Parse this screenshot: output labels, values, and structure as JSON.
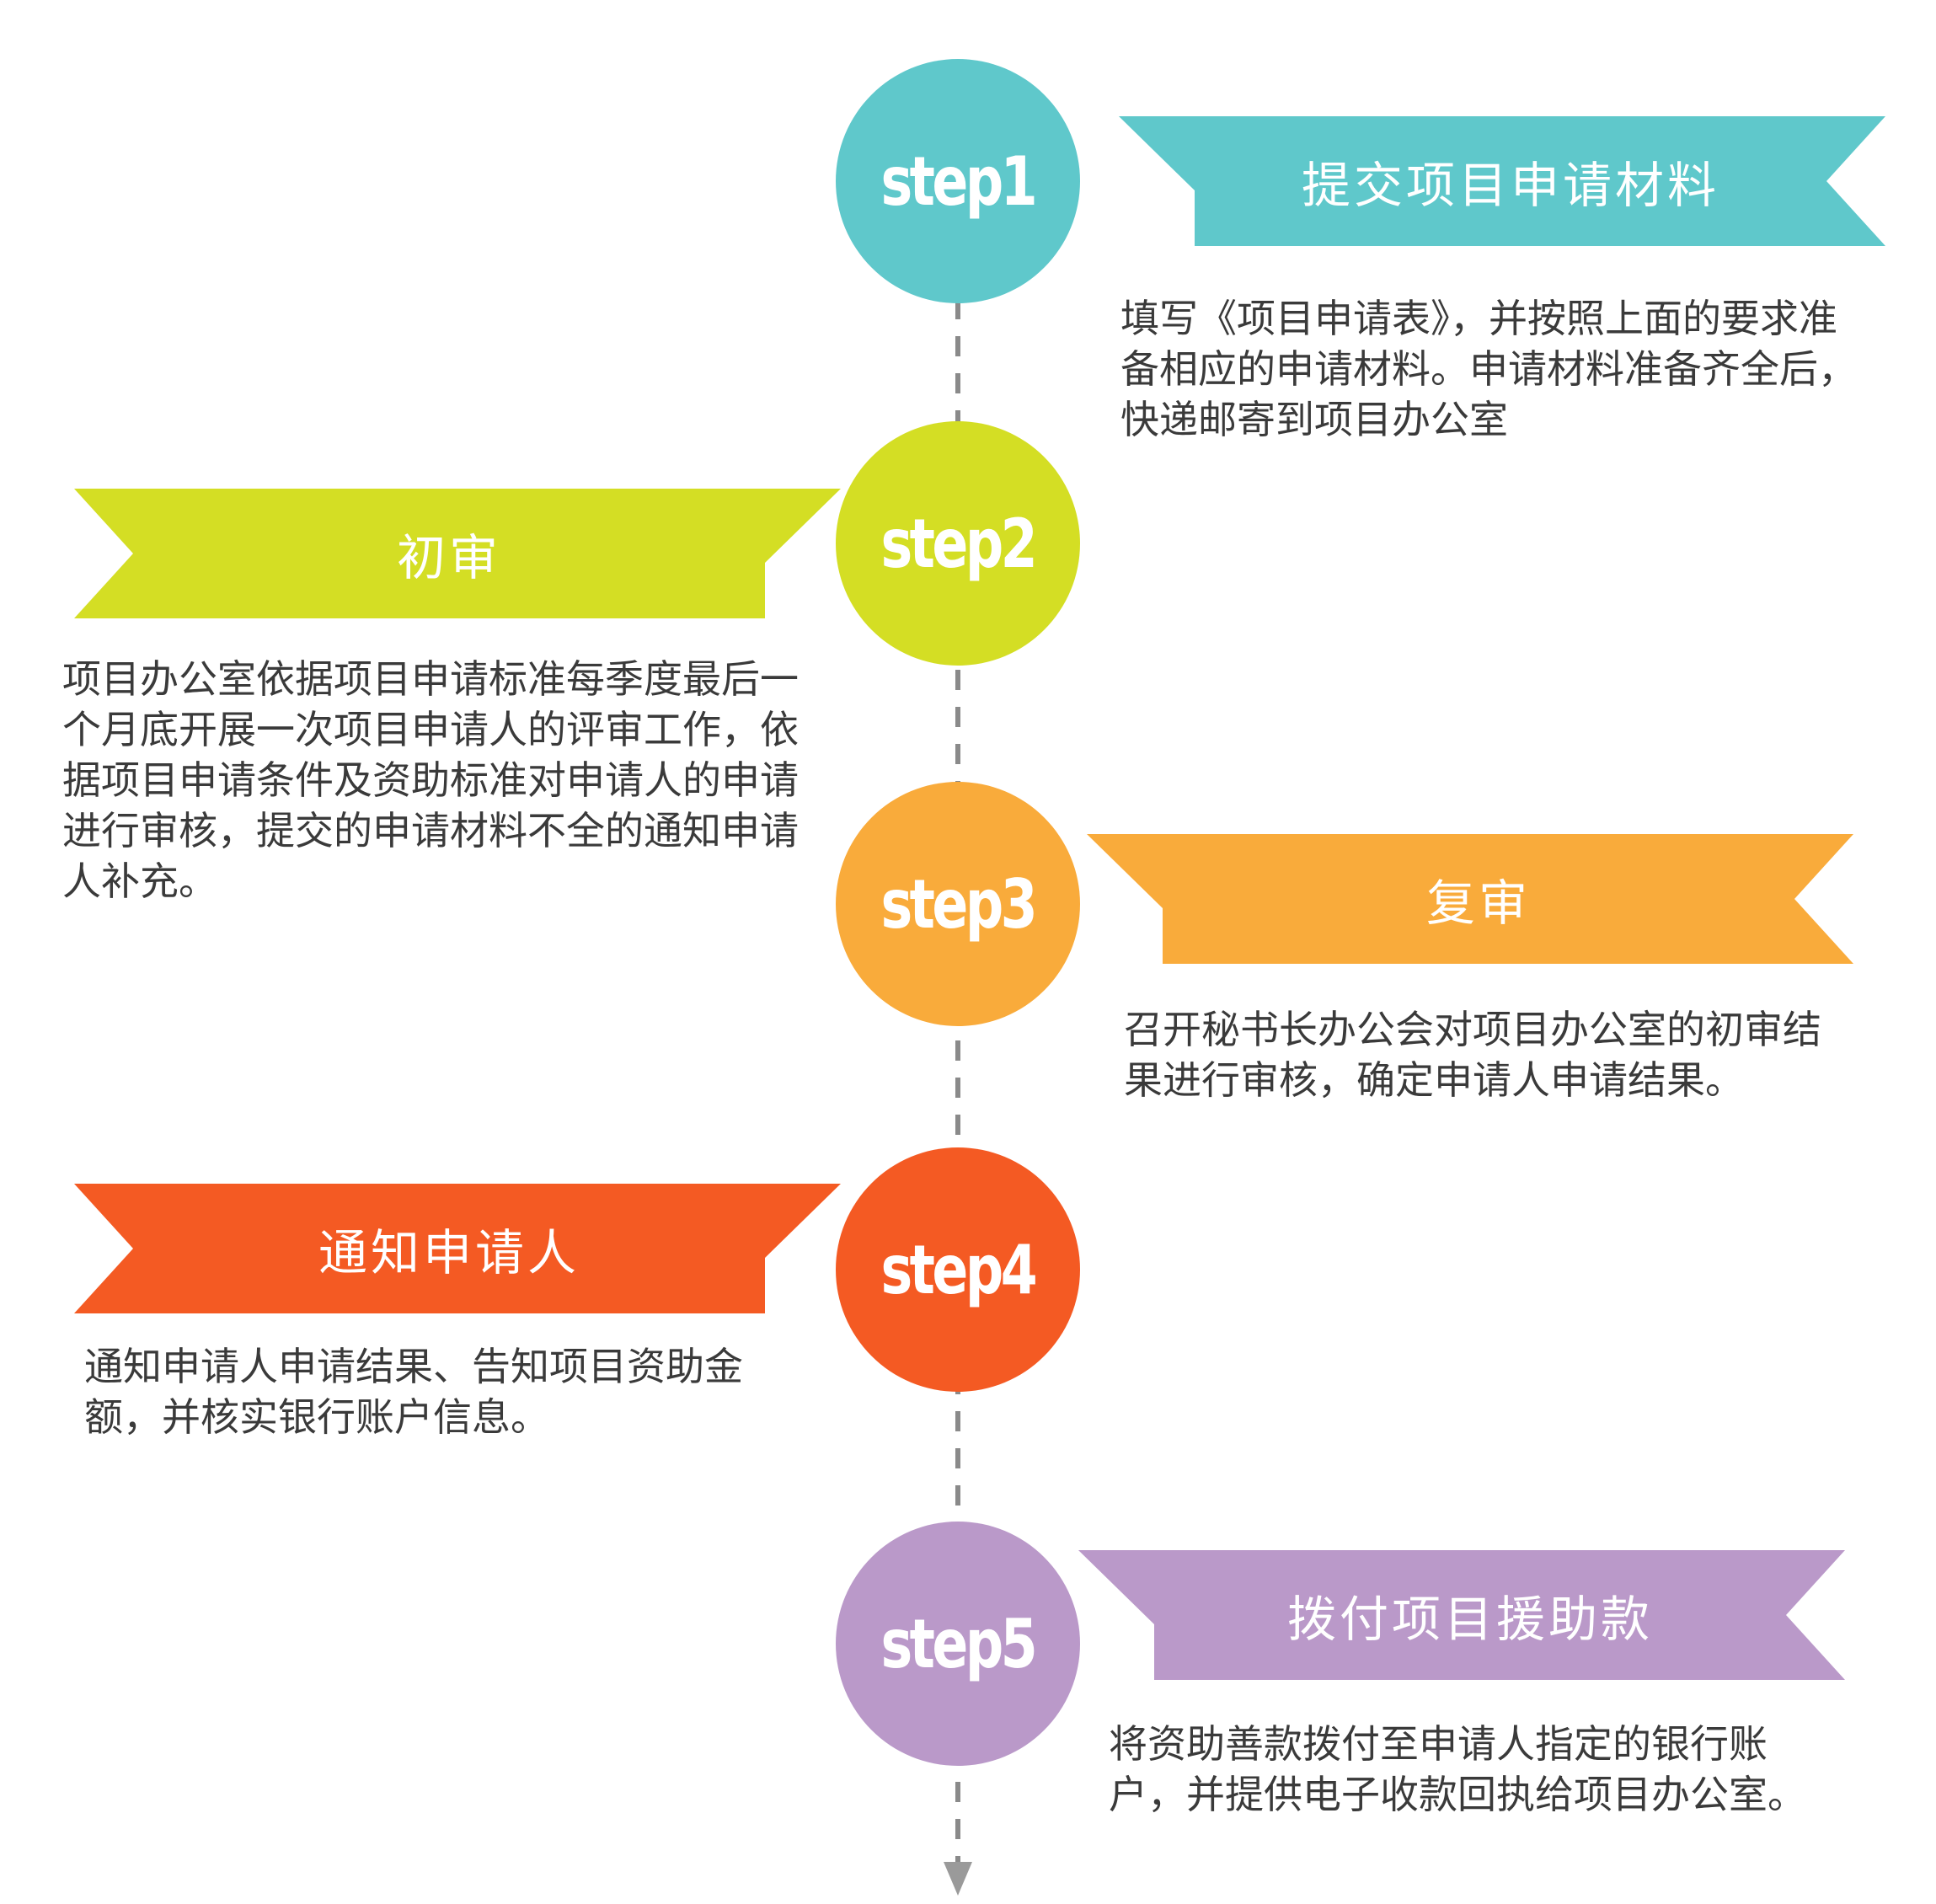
{
  "steps": [
    {
      "badge": "step1",
      "title": "提交项目申请材料",
      "color": "#5fc8cb",
      "desc": "填写《项目申请表》，并按照上面的要求准备相应的申请材料。申请材料准备齐全后，快递邮寄到项目办公室"
    },
    {
      "badge": "step2",
      "title": "初审",
      "color": "#d4de24",
      "desc": "项目办公室依据项目申请标准每季度最后一个月底开展一次项目申请人的评审工作，依据项目申请条件及资助标准对申请人的申请进行审核，提交的申请材料不全的通知申请人补充。"
    },
    {
      "badge": "step3",
      "title": "复审",
      "color": "#f9ab3b",
      "desc": "召开秘书长办公会对项目办公室的初审结果进行审核，确定申请人申请结果。"
    },
    {
      "badge": "step4",
      "title": "通知申请人",
      "color": "#f45a23",
      "desc": "通知申请人申请结果、告知项目资助金额，并核实银行账户信息。"
    },
    {
      "badge": "step5",
      "title": "拨付项目援助款",
      "color": "#ba99c9",
      "desc": "将资助善款拨付至申请人指定的银行账户，并提供电子收款回执给项目办公室。"
    }
  ]
}
